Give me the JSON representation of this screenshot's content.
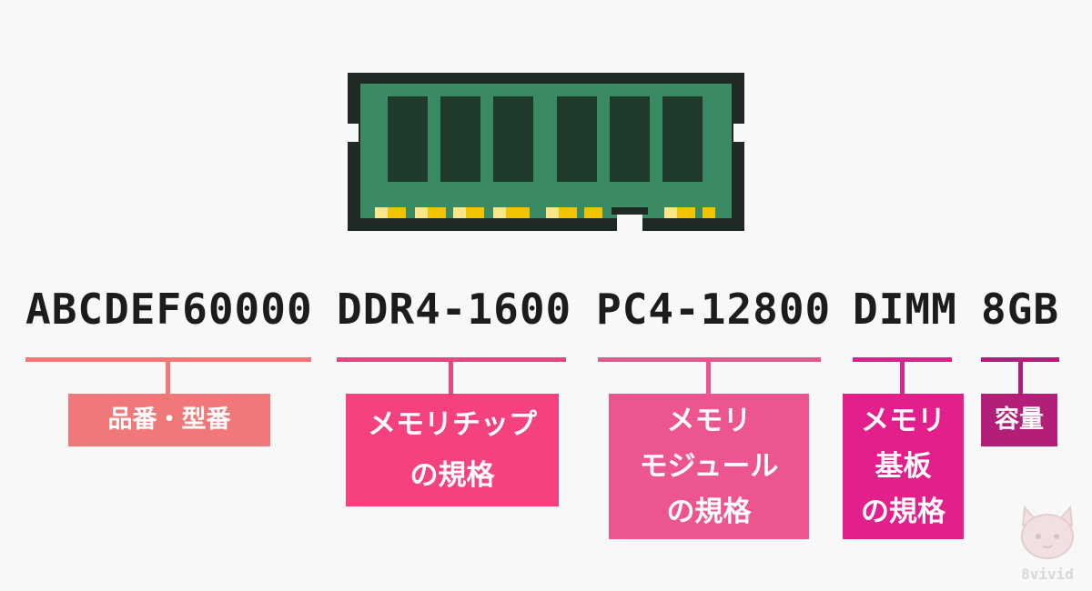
{
  "colors": {
    "background": "#f8f8f8",
    "pcb": "#3a8a63",
    "pcb_edge": "#1f2a24",
    "chip": "#1f3a2a",
    "contact": "#f2c400",
    "contact_light": "#fde58a",
    "code_text": "#1c1c1c"
  },
  "segments": [
    {
      "code": "ABCDEF60000",
      "label_lines": [
        "品番・型番"
      ],
      "color": "#f07878"
    },
    {
      "code": "DDR4-1600",
      "label_lines": [
        "メモリチップ",
        "の規格"
      ],
      "color": "#f6427c"
    },
    {
      "code": "PC4-12800",
      "label_lines": [
        "メモリ",
        "モジュール",
        "の規格"
      ],
      "color": "#ec5590"
    },
    {
      "code": "DIMM",
      "label_lines": [
        "メモリ",
        "基板",
        "の規格"
      ],
      "color": "#e21f8a"
    },
    {
      "code": "8GB",
      "label_lines": [
        "容量"
      ],
      "color": "#b31e78"
    }
  ],
  "watermark": {
    "text": "8vivid",
    "icon": "cat-mascot-icon"
  }
}
